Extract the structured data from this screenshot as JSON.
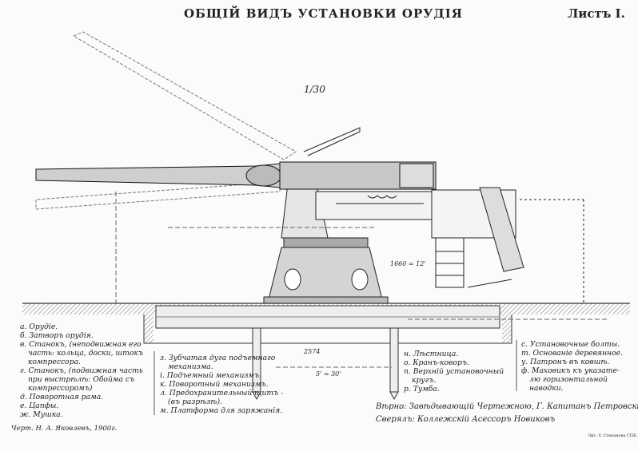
{
  "title": "ОБЩІЙ ВИДЪ УСТАНОВКИ ОРУДІЯ",
  "sheet": "Листъ I.",
  "scale": "1/30",
  "dimensions": [
    "5' = 30'",
    "2574",
    "1660 = 12'"
  ],
  "legend_col1": [
    "а. Орудіе.",
    "б. Затворъ орудія.",
    "в. Станокъ, (неподвижная его",
    "часть: кольца, доски, штокъ",
    "компрессора.",
    "г. Станокъ, (подвижная часть",
    "при выстрѣлѣ: Обойма съ",
    "компрессоромъ)",
    "д. Поворотная рама.",
    "е. Цапфы.",
    "ж. Мушка."
  ],
  "legend_col2": [
    "з. Зубчатая дуга подъемнаго",
    "механизма.",
    "і. Подъемный механизмъ.",
    "к. Поворотный механизмъ.",
    "л. Предохранительный щитъ -",
    "(въ разрѣзѣ).",
    "м. Платформа для заряжанія."
  ],
  "legend_col3": [
    "н. Лѣстница.",
    "о. Кранъ-коворъ.",
    "п. Верхній установочный",
    "кругъ.",
    "р. Тумба."
  ],
  "legend_col4": [
    "с. Установочные болты.",
    "т. Основаніе деревянное.",
    "у. Патронъ въ ковшѣ.",
    "ф. Маховикъ къ указате-",
    "лю горизонтальной",
    "наводки."
  ],
  "draftsman": "Черт. Н. А. Яковлевъ, 1900г.",
  "verified": "Вѣрно: Завѣдывающій Чертежною, Г. Капитанъ Петровскій",
  "checked": "Сверялъ: Коллежскій Асессоръ Новиковъ",
  "printer": "Лит. V. Степанова СПБ."
}
